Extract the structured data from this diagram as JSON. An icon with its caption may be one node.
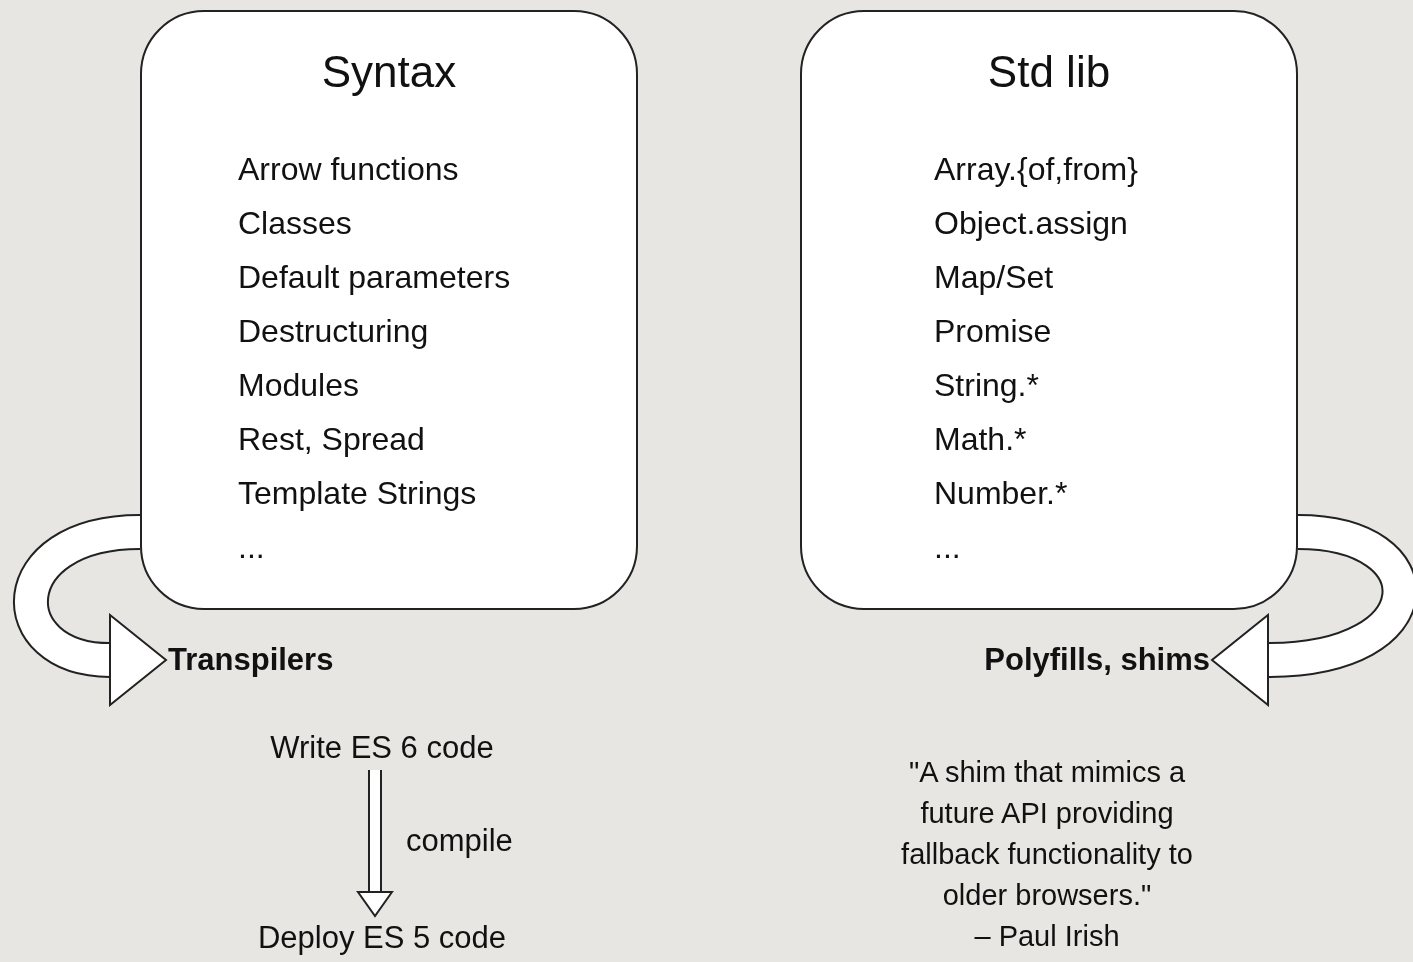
{
  "diagram": {
    "nodes": [
      {
        "text": [
          "Syntax",
          "Arrow functions",
          "Classes",
          "Default parameters",
          "Destructuring",
          "Modules",
          "Rest, Spread",
          "Template Strings",
          "..."
        ]
      },
      {
        "text": [
          "Std lib",
          "Array.{of,from}",
          "Object.assign",
          "Map/Set",
          "Promise",
          "String.*",
          "Math.*",
          "Number.*",
          "..."
        ]
      },
      {
        "text": [
          "Transpilers"
        ]
      },
      {
        "text": [
          "Polyfills, shims"
        ]
      },
      {
        "text": [
          "Write ES 6 code"
        ]
      },
      {
        "text": [
          "Deploy ES 5 code"
        ]
      }
    ],
    "edges": [
      {
        "from": 0,
        "to": 2,
        "arrow": "to"
      },
      {
        "from": 1,
        "to": 3,
        "arrow": "to"
      },
      {
        "from": 4,
        "to": 5,
        "arrow": "to",
        "label": "compile"
      }
    ],
    "labels": [
      "\"A shim that mimics a future API providing fallback functionality to older browsers.\"",
      "– Paul Irish"
    ]
  }
}
